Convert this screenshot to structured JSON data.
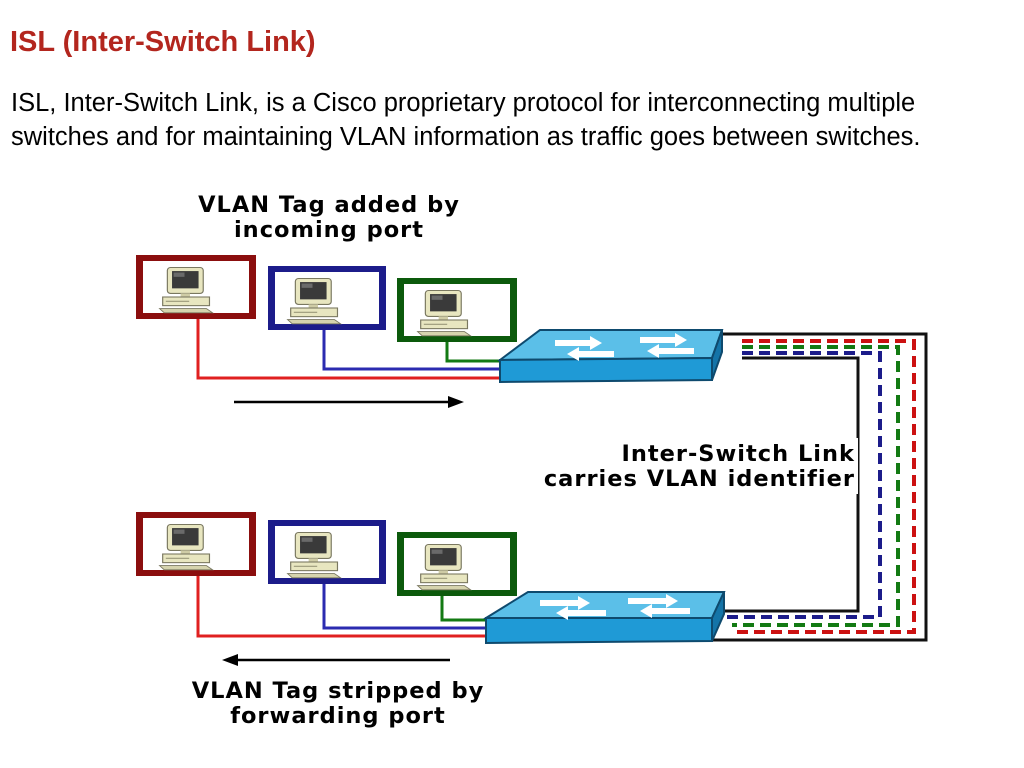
{
  "slide": {
    "title": "ISL (Inter-Switch Link)",
    "body": "ISL, Inter-Switch Link, is a Cisco proprietary protocol for interconnecting multiple switches and for maintaining VLAN information as traffic goes between switches."
  },
  "diagram": {
    "top_caption_line1": "VLAN Tag added by",
    "top_caption_line2": "incoming port",
    "link_caption_line1": "Inter-Switch Link",
    "link_caption_line2": "carries VLAN identifier",
    "bottom_caption_line1": "VLAN Tag stripped by",
    "bottom_caption_line2": "forwarding port",
    "vlan_colors": {
      "red": "#cc1111",
      "blue": "#2b2bb0",
      "green": "#137a13"
    },
    "title_color": "#b3261e",
    "switch_color": "#1f9ad6",
    "icons": [
      "computer-icon",
      "switch-icon",
      "arrow-right-icon",
      "arrow-left-icon"
    ]
  }
}
